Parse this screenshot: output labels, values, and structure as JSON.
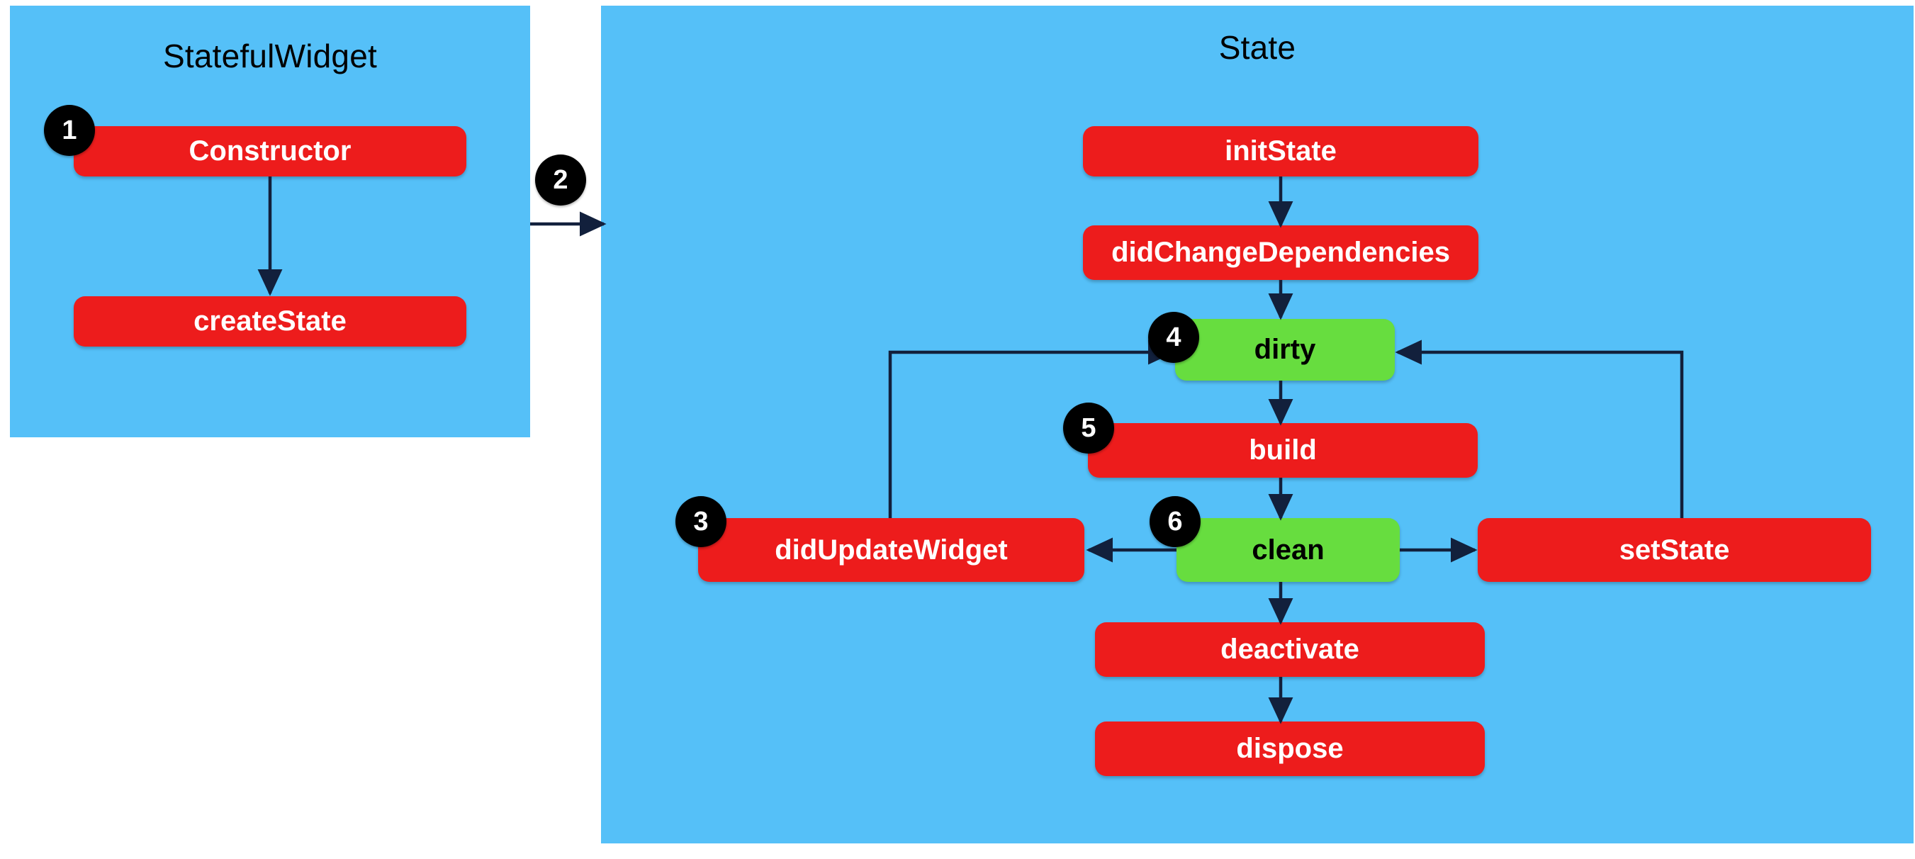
{
  "diagram": {
    "title_left": "StatefulWidget",
    "title_right": "State",
    "colors": {
      "panel_background": "#55c0f8",
      "node_red": "#ed1c1c",
      "node_green": "#67dd3f",
      "badge": "#000000",
      "edge": "#12203c",
      "page_background": "#ffffff",
      "red_text": "#ffffff",
      "green_text": "#000000",
      "title_text": "#000000"
    }
  },
  "panels": [
    {
      "name": "stateful-widget",
      "label": "StatefulWidget"
    },
    {
      "name": "state",
      "label": "State"
    }
  ],
  "nodes": [
    {
      "id": "constructor",
      "label": "Constructor",
      "kind": "red",
      "panel": "stateful-widget"
    },
    {
      "id": "createState",
      "label": "createState",
      "kind": "red",
      "panel": "stateful-widget"
    },
    {
      "id": "initState",
      "label": "initState",
      "kind": "red",
      "panel": "state"
    },
    {
      "id": "didChangeDependencies",
      "label": "didChangeDependencies",
      "kind": "red",
      "panel": "state"
    },
    {
      "id": "dirty",
      "label": "dirty",
      "kind": "green",
      "panel": "state"
    },
    {
      "id": "build",
      "label": "build",
      "kind": "red",
      "panel": "state"
    },
    {
      "id": "didUpdateWidget",
      "label": "didUpdateWidget",
      "kind": "red",
      "panel": "state"
    },
    {
      "id": "clean",
      "label": "clean",
      "kind": "green",
      "panel": "state"
    },
    {
      "id": "setState",
      "label": "setState",
      "kind": "red",
      "panel": "state"
    },
    {
      "id": "deactivate",
      "label": "deactivate",
      "kind": "red",
      "panel": "state"
    },
    {
      "id": "dispose",
      "label": "dispose",
      "kind": "red",
      "panel": "state"
    }
  ],
  "badges": [
    {
      "id": "badge-1",
      "label": "1",
      "attached_to": "constructor"
    },
    {
      "id": "badge-2",
      "label": "2",
      "attached_to": "panel-gap-arrow"
    },
    {
      "id": "badge-3",
      "label": "3",
      "attached_to": "didUpdateWidget"
    },
    {
      "id": "badge-4",
      "label": "4",
      "attached_to": "dirty"
    },
    {
      "id": "badge-5",
      "label": "5",
      "attached_to": "build"
    },
    {
      "id": "badge-6",
      "label": "6",
      "attached_to": "clean"
    }
  ],
  "edges": [
    {
      "from": "constructor",
      "to": "createState",
      "style": "straight-down"
    },
    {
      "from": "stateful-widget",
      "to": "state",
      "style": "straight-right"
    },
    {
      "from": "initState",
      "to": "didChangeDependencies",
      "style": "straight-down"
    },
    {
      "from": "didChangeDependencies",
      "to": "dirty",
      "style": "straight-down"
    },
    {
      "from": "dirty",
      "to": "build",
      "style": "straight-down"
    },
    {
      "from": "build",
      "to": "clean",
      "style": "straight-down"
    },
    {
      "from": "clean",
      "to": "didUpdateWidget",
      "style": "straight-left"
    },
    {
      "from": "clean",
      "to": "setState",
      "style": "straight-right"
    },
    {
      "from": "clean",
      "to": "deactivate",
      "style": "straight-down"
    },
    {
      "from": "deactivate",
      "to": "dispose",
      "style": "straight-down"
    },
    {
      "from": "didUpdateWidget",
      "to": "dirty",
      "style": "elbow-up-right"
    },
    {
      "from": "setState",
      "to": "dirty",
      "style": "elbow-up-left"
    }
  ]
}
